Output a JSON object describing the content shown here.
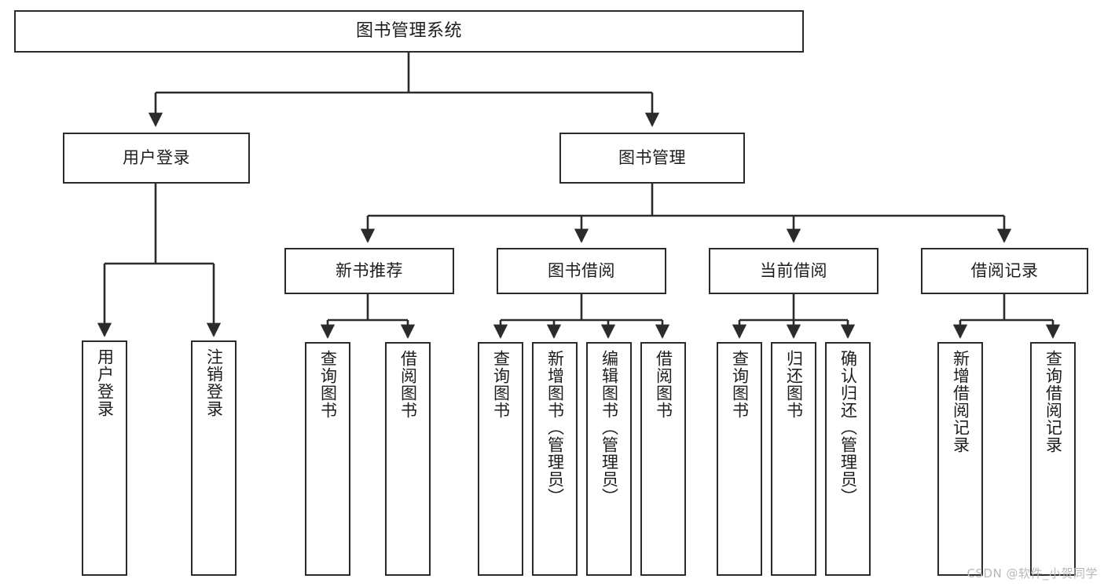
{
  "diagram": {
    "title": "图书管理系统",
    "type": "hierarchy-tree",
    "watermark": "CSDN @软件_小贺同学",
    "colors": {
      "stroke": "#2b2b2b",
      "fill": "#ffffff",
      "text": "#1d1d1d",
      "watermark": "#b8b8b8"
    },
    "nodes": {
      "root": {
        "label": "图书管理系统"
      },
      "level2": [
        {
          "label": "用户登录"
        },
        {
          "label": "图书管理"
        }
      ],
      "level3": [
        {
          "label": "新书推荐"
        },
        {
          "label": "图书借阅"
        },
        {
          "label": "当前借阅"
        },
        {
          "label": "借阅记录"
        }
      ],
      "leaves": {
        "user_login": [
          {
            "label": "用户登录"
          },
          {
            "label": "注销登录"
          }
        ],
        "new_book": [
          {
            "label": "查询图书"
          },
          {
            "label": "借阅图书"
          }
        ],
        "borrow_book": [
          {
            "label": "查询图书"
          },
          {
            "label": "新增图书（管理员）"
          },
          {
            "label": "编辑图书（管理员）"
          },
          {
            "label": "借阅图书"
          }
        ],
        "current_borrow": [
          {
            "label": "查询图书"
          },
          {
            "label": "归还图书"
          },
          {
            "label": "确认归还（管理员）"
          }
        ],
        "borrow_record": [
          {
            "label": "新增借阅记录"
          },
          {
            "label": "查询借阅记录"
          }
        ]
      }
    }
  }
}
